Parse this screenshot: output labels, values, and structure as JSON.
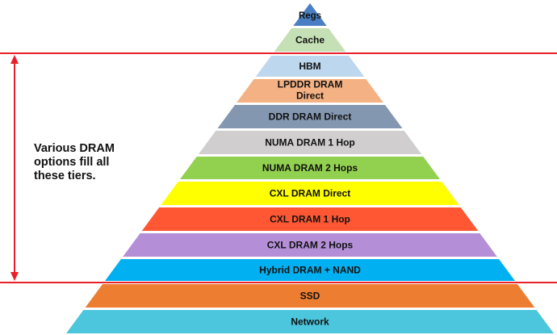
{
  "tiers": [
    {
      "label": "Regs",
      "color": "#4a7ec2"
    },
    {
      "label": "Cache",
      "color": "#c5e0b4"
    },
    {
      "label": "HBM",
      "color": "#bdd7ee"
    },
    {
      "label": "LPDDR DRAM",
      "label2": "Direct",
      "color": "#f4b183"
    },
    {
      "label": "DDR DRAM Direct",
      "color": "#8497b0"
    },
    {
      "label": "NUMA DRAM 1 Hop",
      "color": "#d0cece"
    },
    {
      "label": "NUMA DRAM 2 Hops",
      "color": "#92d050"
    },
    {
      "label": "CXL DRAM Direct",
      "color": "#ffff00"
    },
    {
      "label": "CXL DRAM 1 Hop",
      "color": "#ff5733"
    },
    {
      "label": "CXL DRAM 2 Hops",
      "color": "#b48fd8"
    },
    {
      "label": "Hybrid DRAM + NAND",
      "color": "#00b0f0"
    },
    {
      "label": "SSD",
      "color": "#ed7d31"
    },
    {
      "label": "Network",
      "color": "#4bc6dc"
    }
  ],
  "annotation": {
    "lines": [
      "Various DRAM",
      "options fill all",
      "these tiers."
    ]
  },
  "colors": {
    "boundary_line": "#e8202a",
    "arrow": "#e8202a"
  }
}
